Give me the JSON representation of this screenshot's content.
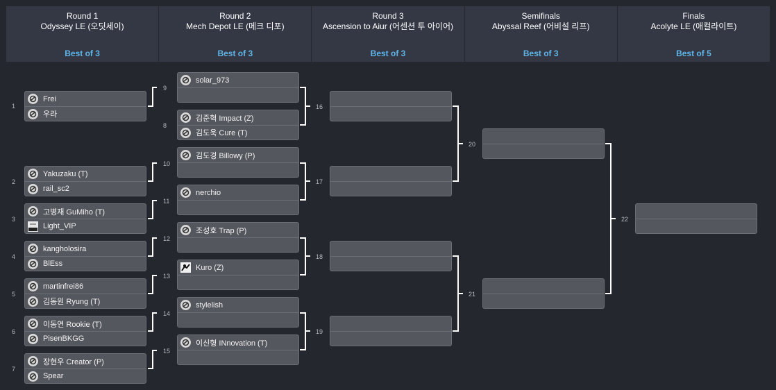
{
  "rounds": [
    {
      "label": "Round 1",
      "map": "Odyssey LE (오딧세이)",
      "best_of": "Best of 3"
    },
    {
      "label": "Round 2",
      "map": "Mech Depot LE (메크 디포)",
      "best_of": "Best of 3"
    },
    {
      "label": "Round 3",
      "map": "Ascension to Aiur (어센션 투 아이어)",
      "best_of": "Best of 3"
    },
    {
      "label": "Semifinals",
      "map": "Abyssal Reef (어비설 리프)",
      "best_of": "Best of 3"
    },
    {
      "label": "Finals",
      "map": "Acolyte LE (애컬라이트)",
      "best_of": "Best of 5"
    }
  ],
  "matches": {
    "m1": {
      "number": "1",
      "p1": {
        "name": "Frei",
        "icon": "sc-logo-icon"
      },
      "p2": {
        "name": "우라",
        "icon": "sc-logo-icon"
      }
    },
    "m2": {
      "number": "2",
      "p1": {
        "name": "Yakuzaku (T)",
        "icon": "sc-logo-icon"
      },
      "p2": {
        "name": "rail_sc2",
        "icon": "sc-logo-icon"
      }
    },
    "m3": {
      "number": "3",
      "p1": {
        "name": "고병재 GuMiho (T)",
        "icon": "sc-logo-icon"
      },
      "p2": {
        "name": "Light_VIP",
        "icon": "player-photo-icon"
      }
    },
    "m4": {
      "number": "4",
      "p1": {
        "name": "kangholosira",
        "icon": "sc-logo-icon"
      },
      "p2": {
        "name": "BlEss",
        "icon": "sc-logo-icon"
      }
    },
    "m5": {
      "number": "5",
      "p1": {
        "name": "martinfrei86",
        "icon": "sc-logo-icon"
      },
      "p2": {
        "name": "김동원 Ryung (T)",
        "icon": "sc-logo-icon"
      }
    },
    "m6": {
      "number": "6",
      "p1": {
        "name": "이동연 Rookie (T)",
        "icon": "sc-logo-icon"
      },
      "p2": {
        "name": "PisenBKGG",
        "icon": "sc-logo-icon"
      }
    },
    "m7": {
      "number": "7",
      "p1": {
        "name": "장현우 Creator (P)",
        "icon": "sc-logo-icon"
      },
      "p2": {
        "name": "Spear",
        "icon": "sc-logo-icon"
      }
    },
    "m9": {
      "number": "9",
      "p1": {
        "name": "solar_973",
        "icon": "sc-logo-icon"
      },
      "p2": {
        "name": "",
        "icon": ""
      }
    },
    "m8": {
      "number": "8",
      "p1": {
        "name": "김준혁 Impact (Z)",
        "icon": "sc-logo-icon"
      },
      "p2": {
        "name": "김도욱 Cure (T)",
        "icon": "sc-logo-icon"
      }
    },
    "m10": {
      "number": "10",
      "p1": {
        "name": "김도경 Billowy (P)",
        "icon": "sc-logo-icon"
      },
      "p2": {
        "name": "",
        "icon": ""
      }
    },
    "m11": {
      "number": "11",
      "p1": {
        "name": "nerchio",
        "icon": "sc-logo-icon"
      },
      "p2": {
        "name": "",
        "icon": ""
      }
    },
    "m12": {
      "number": "12",
      "p1": {
        "name": "조성호 Trap (P)",
        "icon": "sc-logo-icon"
      },
      "p2": {
        "name": "",
        "icon": ""
      }
    },
    "m13": {
      "number": "13",
      "p1": {
        "name": "Kuro (Z)",
        "icon": "warrior-avatar-icon"
      },
      "p2": {
        "name": "",
        "icon": ""
      }
    },
    "m14": {
      "number": "14",
      "p1": {
        "name": "stylelish",
        "icon": "sc-logo-icon"
      },
      "p2": {
        "name": "",
        "icon": ""
      }
    },
    "m15": {
      "number": "15",
      "p1": {
        "name": "이신형 INnovation (T)",
        "icon": "sc-logo-icon"
      },
      "p2": {
        "name": "",
        "icon": ""
      }
    },
    "m16": {
      "number": "16",
      "p1": {
        "name": "",
        "icon": ""
      },
      "p2": {
        "name": "",
        "icon": ""
      }
    },
    "m17": {
      "number": "17",
      "p1": {
        "name": "",
        "icon": ""
      },
      "p2": {
        "name": "",
        "icon": ""
      }
    },
    "m18": {
      "number": "18",
      "p1": {
        "name": "",
        "icon": ""
      },
      "p2": {
        "name": "",
        "icon": ""
      }
    },
    "m19": {
      "number": "19",
      "p1": {
        "name": "",
        "icon": ""
      },
      "p2": {
        "name": "",
        "icon": ""
      }
    },
    "m20": {
      "number": "20",
      "p1": {
        "name": "",
        "icon": ""
      },
      "p2": {
        "name": "",
        "icon": ""
      }
    },
    "m21": {
      "number": "21",
      "p1": {
        "name": "",
        "icon": ""
      },
      "p2": {
        "name": "",
        "icon": ""
      }
    },
    "m22": {
      "number": "22",
      "p1": {
        "name": "",
        "icon": ""
      },
      "p2": {
        "name": "",
        "icon": ""
      }
    }
  },
  "colors": {
    "background": "#25272e",
    "header": "#343744",
    "accent": "#5fb6ea",
    "match_bg": "#55575e",
    "line": "#ffffff"
  }
}
